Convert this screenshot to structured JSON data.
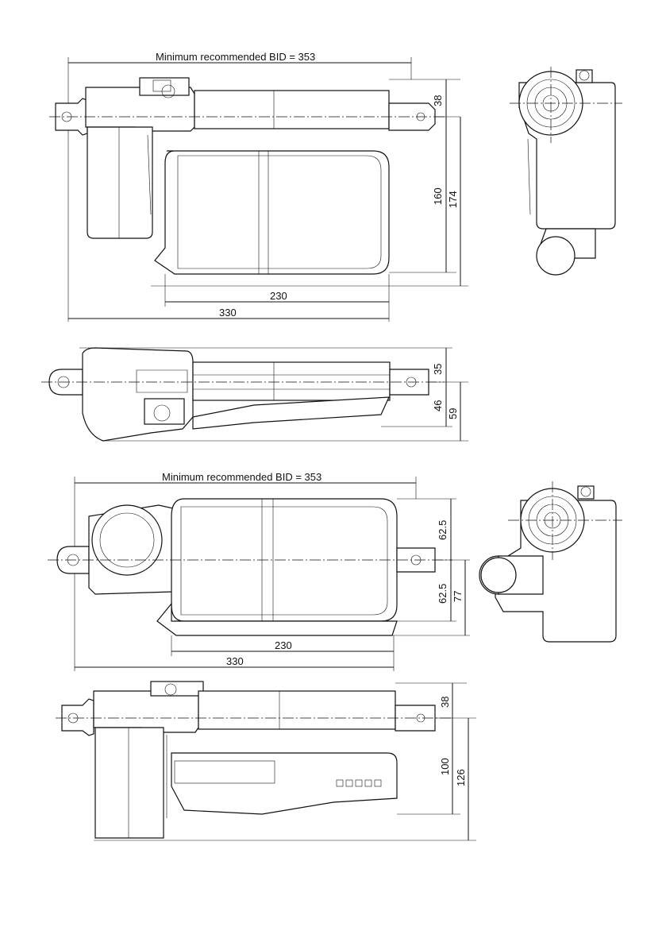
{
  "top_view_1": {
    "bid_label": "Minimum recommended BID = 353",
    "dim_38": "38",
    "dim_160": "160",
    "dim_174": "174",
    "dim_230": "230",
    "dim_330": "330"
  },
  "side_view_1": {
    "dim_35": "35",
    "dim_46": "46",
    "dim_59": "59"
  },
  "top_view_2": {
    "bid_label": "Minimum recommended BID = 353",
    "dim_62_5_top": "62.5",
    "dim_62_5_bottom": "62.5",
    "dim_77": "77",
    "dim_230": "230",
    "dim_330": "330"
  },
  "side_view_2": {
    "dim_38": "38",
    "dim_100": "100",
    "dim_126": "126"
  }
}
